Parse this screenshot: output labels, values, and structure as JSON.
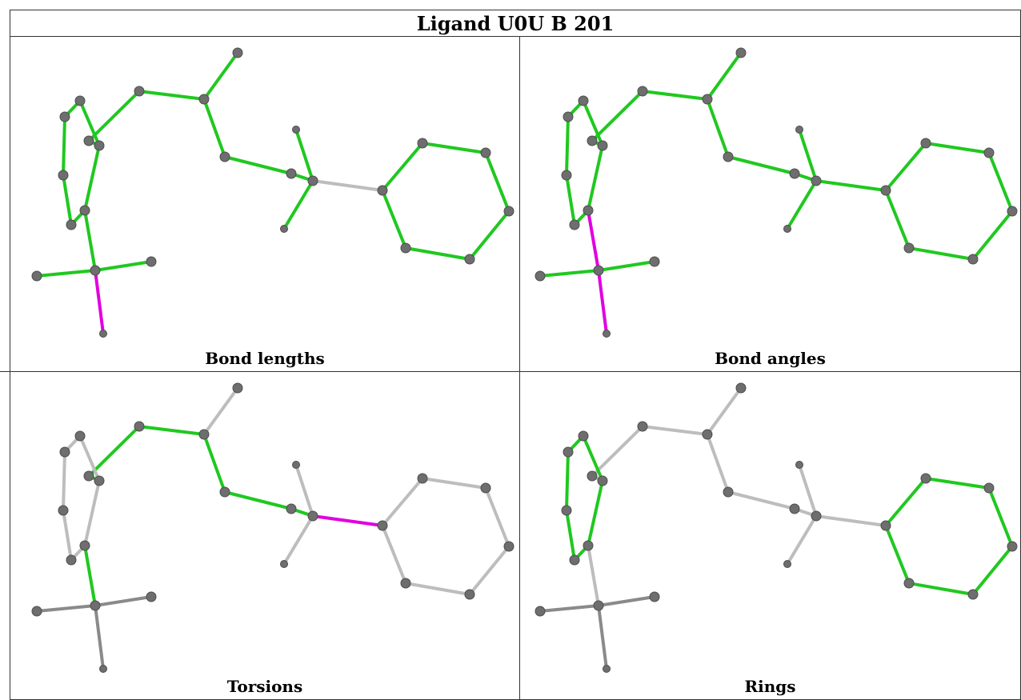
{
  "title": "Ligand U0U B 201",
  "colors": {
    "outlier": "#e000e0",
    "ok": "#20c820",
    "neutral": "#bdbdbd",
    "atom": "#6e6e6e",
    "border": "#333333"
  },
  "panels": [
    {
      "id": "bond-lengths",
      "caption": "Bond lengths"
    },
    {
      "id": "bond-angles",
      "caption": "Bond angles"
    },
    {
      "id": "torsions",
      "caption": "Torsions"
    },
    {
      "id": "rings",
      "caption": "Rings"
    }
  ]
}
